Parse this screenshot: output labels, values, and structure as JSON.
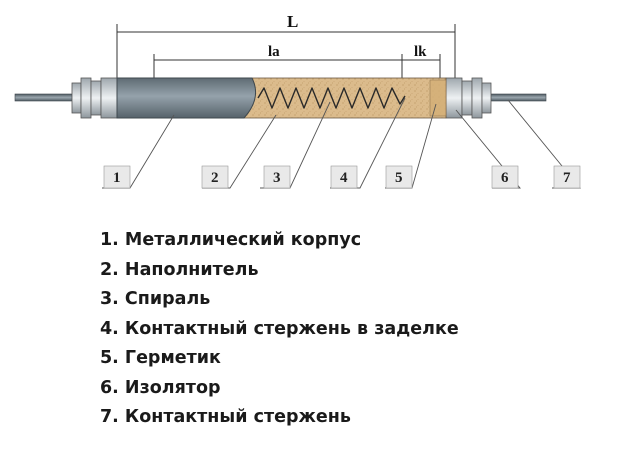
{
  "dimensions": {
    "total_label": "L",
    "active_label": "la",
    "contact_label": "lk"
  },
  "callouts": [
    "1",
    "2",
    "3",
    "4",
    "5",
    "6",
    "7"
  ],
  "legend": [
    "1. Металлический корпус",
    "2. Наполнитель",
    "3. Спираль",
    "4. Контактный стержень в заделке",
    "5. Герметик",
    "6. Изолятор",
    "7. Контактный стержень"
  ],
  "colors": {
    "metal_body": "#7f8d97",
    "filler": "#d9b98a",
    "rod": "#6d7880",
    "insulator": "#c9cfd3",
    "spiral": "#2a2a2a"
  }
}
